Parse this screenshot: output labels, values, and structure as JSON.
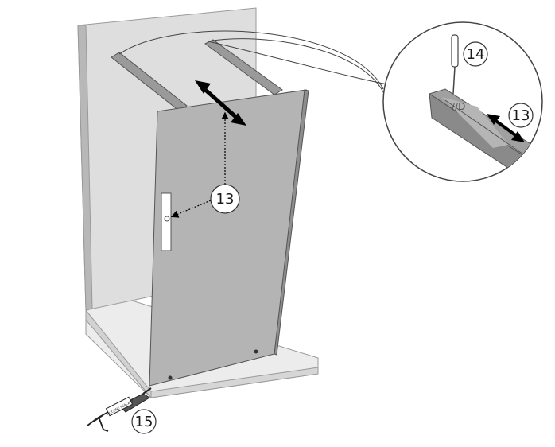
{
  "callouts": {
    "door_slider": "13",
    "detail_slider": "13",
    "screwdriver": "14",
    "silicone_gun": "15"
  },
  "silicone_tube_label": "SILICONE SEALANT",
  "colors": {
    "back_wall": "#dedede",
    "wall_edge": "#a8a8a8",
    "door_panel": "#b4b4b4",
    "tray_top": "#ececec",
    "rail": "#9a9a9a",
    "arrow": "#000000",
    "outline": "#444444"
  }
}
